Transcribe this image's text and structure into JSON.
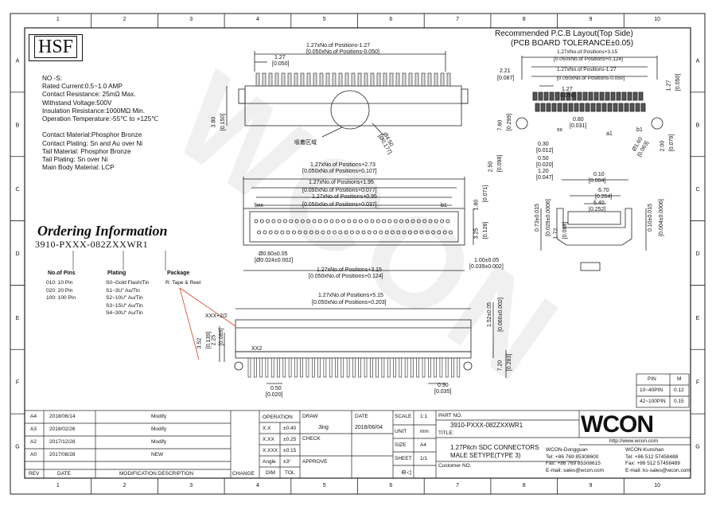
{
  "logo_hsf": "HSF",
  "specs": [
    "NO -S:",
    "Rated Current:0.5~1.0 AMP",
    "Contact Resistance: 25mΩ Max.",
    "Withstand Voltage:500V",
    "Insulation Resistance:1000MΩ Min.",
    "Operation Temperature:-55℃ to +125℃",
    "",
    "Contact Material:Phosphor Bronze",
    "Contact Plating: Sn and Au over Ni",
    "Tail Material: Phosphor Bronze",
    "Tail Plating: Sn over Ni",
    "Main Body Material: LCP"
  ],
  "ordering": {
    "title": "Ordering Information",
    "part_number": "3910-PXXX-082ZXXWR1",
    "groups": [
      {
        "title": "No.of Pins",
        "items": [
          "010: 10 Pin",
          "020: 20 Pin",
          "100: 100 Pin"
        ]
      },
      {
        "title": "Plating",
        "items": [
          "S0~Gold Flash/Tin",
          "S1~3U\" Au/Tin",
          "S2~10U\" Au/Tin",
          "S3~15U\" Au/Tin",
          "S4~30U\" Au/Tin"
        ]
      },
      {
        "title": "Package",
        "items": [
          "R: Tape & Reel"
        ]
      }
    ]
  },
  "top_view": {
    "dim1": "1.27xNo.of Positions-1.27",
    "dim1b": "[0.050xNo.of Positions-0.050]",
    "pitch": "1.27",
    "pitch_in": "[0.050]",
    "height": "3.80",
    "height_in": "[0.150]",
    "callout": "吸着区域",
    "dia": "Ø4.50",
    "dia_in": "[Ø0.177]"
  },
  "mid_view": {
    "dims": [
      "1.27xNo.of Positions+2.73",
      "[0.050xNo.of Positions+0.107]",
      "1.27xNo.of Positions+1.95",
      "[0.050xNo.of Positions+0.077]",
      "1.27xNo.of Positions+0.95",
      "[0.050xNo.of Positions+0.037]"
    ],
    "label_left": "bxx",
    "label_right": "b1",
    "pin_dim": "Ø0.60±0.05",
    "pin_dim_in": "[Ø0.024±0.002]",
    "right1": "1.80",
    "right1_in": "[0.071]",
    "right2": "3.25",
    "right2_in": "[0.128]",
    "bottom_dim": "1.27xNo.of Positions+3.15",
    "bottom_dim_in": "[0.050xNo.of Positions+0.124]",
    "gap": "1.00±0.05",
    "gap_in": "[0.039±0.002]"
  },
  "bottom_view": {
    "dim": "1.27xNo.of Positions+5.15",
    "dim_in": "[0.050xNo.of Positions+0.203]",
    "label_left": "XXX+2/2",
    "label_pin": "XX2",
    "h1": "3.52",
    "h1_in": "[0.139]",
    "h2": "2.25",
    "h2_in": "[0.089]",
    "right": "1.52±0.05",
    "right_in": "[0.060±0.002]",
    "right2": "7.20",
    "right2_in": "[0.283]",
    "b1": "0.50",
    "b1_in": "[0.020]",
    "b2": "0.90",
    "b2_in": "[0.035]"
  },
  "pcb": {
    "title": "Recommended P.C.B Layout(Top Side)",
    "subtitle": "(PCB BOARD TOLERANCE±0.05)",
    "dims": [
      "1.27xNo.of Positions+3.15",
      "[0.050xNo.of Positions+0.124]",
      "1.27xNo.of Positions-1.27",
      "[0.050xNo.of Positions-0.050]"
    ],
    "d1": "2.21",
    "d1_in": "[0.087]",
    "d2": "1.27",
    "d2_in": "[0.050]",
    "d3": "0.80",
    "d3_in": "[0.031]",
    "d4": "1.27",
    "d4_in": "[0.050]",
    "v1": "7.60",
    "v1_in": "[0.299]",
    "v2": "2.50",
    "v2_in": "[0.098]",
    "v3": "2.00",
    "v3_in": "[0.079]",
    "s1": "0.30",
    "s1_in": "[0.012]",
    "s2": "0.50",
    "s2_in": "[0.020]",
    "s3": "1.20",
    "s3_in": "[0.047]",
    "hole": "Ø1.60",
    "hole_in": "[0.063]",
    "lbl_x": "xx",
    "lbl_b": "b1",
    "lbl_a": "a1"
  },
  "side": {
    "top": "0.10",
    "top_in": "[0.004]",
    "w1": "6.70",
    "w1_in": "[0.264]",
    "w2": "6.40",
    "w2_in": "[0.252]",
    "left": "0.73±0.015",
    "left_in": "[0.029±0.0006]",
    "h": "1.72",
    "h_in": "[0.068]",
    "right": "0.10±0.015",
    "right_in": "[0.004±0.0006]"
  },
  "pin_table": {
    "headers": [
      "PIN",
      "M"
    ],
    "rows": [
      [
        "10~40PIN",
        "0.12"
      ],
      [
        "42~100PIN",
        "0.15"
      ]
    ]
  },
  "revisions": {
    "rows": [
      [
        "A4",
        "2018/06/14",
        "Modify"
      ],
      [
        "A3",
        "2018/02/26",
        "Modify"
      ],
      [
        "A2",
        "2017/12/28",
        "Modify"
      ],
      [
        "A0",
        "2017/08/28",
        "NEW"
      ]
    ],
    "headers": [
      "REV",
      "DATE",
      "MODIFICATION DESCRIPTION",
      "CHANGE"
    ]
  },
  "tolerance": {
    "header": "OPERATION",
    "rows": [
      [
        "X.X",
        "±0.40"
      ],
      [
        "X.XX",
        "±0.25"
      ],
      [
        "X.XXX",
        "±0.15"
      ],
      [
        "Angle",
        "±3°"
      ]
    ],
    "footer": [
      "DIM",
      "TOL"
    ]
  },
  "title_block": {
    "draw_label": "DRAW",
    "draw_value": "Jing",
    "check_label": "CHECK",
    "approve_label": "APPROVE",
    "date_label": "DATE",
    "date_value": "2018/06/04",
    "scale_label": "SCALE",
    "scale_value": "1:1",
    "unit_label": "UNIT",
    "unit_value": "mm",
    "size_label": "SIZE",
    "size_value": "A4",
    "sheet_label": "SHEET",
    "sheet_value": "1/1",
    "part_no_label": "PART NO.",
    "part_no": "3910-PXXX-082ZXXWR1",
    "title_label": "TITLE:",
    "title1": "1.27Pitch SDC CONNECTORS",
    "title2": "MALE SETYPE(TYPE 3)",
    "customer_label": "Customer NO."
  },
  "company": {
    "logo": "WCON",
    "url": "http://www.wcon.com",
    "left": [
      "WCON-Dongguan",
      "Tel: +86 769 85308600",
      "Fax: +86 769 85308615",
      "E-mail: sales@wcon.com"
    ],
    "right": [
      "WCON-Kunshan",
      "Tel: +86 512 57458488",
      "Fax: +86 512 57458489",
      "E-mail: ks-sales@wcon.com"
    ]
  },
  "grid": {
    "cols": [
      "1",
      "2",
      "3",
      "4",
      "5",
      "6",
      "7",
      "8",
      "9",
      "10"
    ],
    "rows": [
      "A",
      "B",
      "C",
      "D",
      "E",
      "F",
      "G"
    ]
  }
}
